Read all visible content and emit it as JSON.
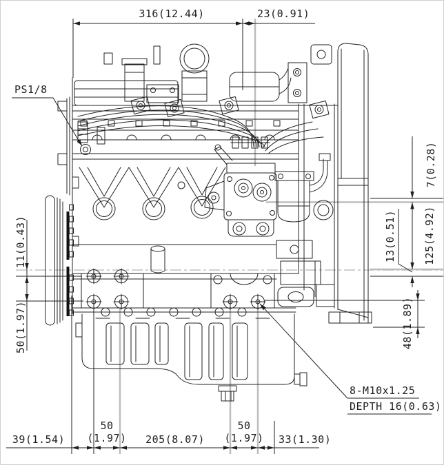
{
  "drawing": {
    "port_label": "PS1/8",
    "bolt_note": {
      "line1": "8-M10x1.25",
      "line2": "DEPTH 16(0.63)"
    },
    "dims": {
      "top_width": "316(12.44)",
      "top_offset": "23(0.91)",
      "right_upper_small": "7(0.28)",
      "right_upper": "125(4.92)",
      "right_mid_small": "13(0.51)",
      "right_lower": "48(1.89)",
      "left_upper_small": "11(0.43)",
      "left_lower": "50(1.97)",
      "bottom_overhang": "39(1.54)",
      "bottom_left_pitch_l1": "50",
      "bottom_left_pitch_l2": "(1.97)",
      "bottom_span": "205(8.07)",
      "bottom_right_pitch_l1": "50",
      "bottom_right_pitch_l2": "(1.97)",
      "bottom_right_offset": "33(1.30)"
    },
    "colors": {
      "line": "#1f1f1f",
      "extension_highlight": "#bdbdbd",
      "background": "#ffffff"
    }
  }
}
